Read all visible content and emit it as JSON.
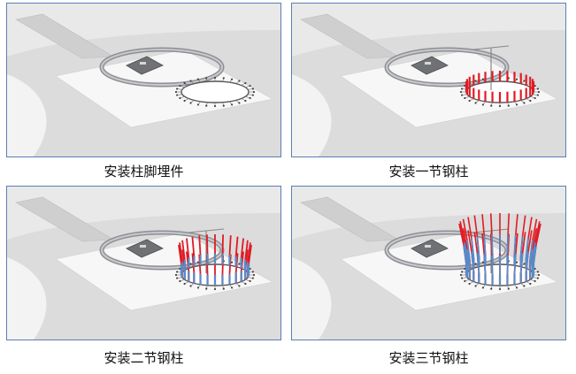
{
  "figure": {
    "panels": [
      {
        "caption": "安装柱脚埋件",
        "stage": 0
      },
      {
        "caption": "安装一节钢柱",
        "stage": 1
      },
      {
        "caption": "安装二节钢柱",
        "stage": 2
      },
      {
        "caption": "安装三节钢柱",
        "stage": 3
      }
    ]
  },
  "colors": {
    "frame": "#5b7fb4",
    "ground": "#dcdcdc",
    "slab": "#f7f7f7",
    "paving": "#cfcfcf",
    "ring": "#8d8f94",
    "column_red": "#e01b24",
    "column_blue": "#4e8fd0",
    "crane": "#c0392b"
  }
}
